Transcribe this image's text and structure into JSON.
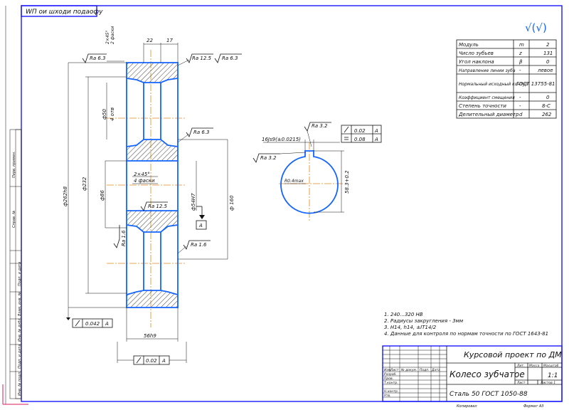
{
  "colors": {
    "frame": "#1a1aff",
    "part_outline": "#1565ff",
    "axis": "#e08a1e",
    "ink": "#111111",
    "checkmark": "#1565ff"
  },
  "header": {
    "rotated_label": "WП ои шходи подаофу"
  },
  "roughness_mark": "√(√)",
  "spec_table": {
    "rows": [
      {
        "name": "Модуль",
        "symbol": "m",
        "value": "2"
      },
      {
        "name": "Число зубьев",
        "symbol": "z",
        "value": "131"
      },
      {
        "name": "Угол наклона",
        "symbol": "β",
        "value": "0"
      },
      {
        "name": "Направление линии зуба",
        "symbol": "-",
        "value": "левое"
      },
      {
        "name": "Нормальный исходный контур",
        "symbol": "",
        "value": "ГОСТ 13755-81"
      },
      {
        "name": "Коэффициент смещения",
        "symbol": "-",
        "value": "0"
      },
      {
        "name": "Степень точности",
        "symbol": "-",
        "value": "8-С"
      },
      {
        "name": "Делительный диаметр",
        "symbol": "d",
        "value": "262"
      }
    ]
  },
  "dims": {
    "w22": "22",
    "w17": "17",
    "chamfer_top": "2×45°",
    "chamfer_top2": "2 фаски",
    "ra63_a": "Ra 6.3",
    "ra125_a": "Ra 12.5",
    "ra63_b": "Ra 6.3",
    "ra63_c": "Ra 6.3",
    "d50": "ф50",
    "d50b": "4 отв",
    "d232": "ф232",
    "d86": "ф86",
    "d262": "ф262h8",
    "d160": "ф 160",
    "d54": "ф54H7",
    "chamfer_mid": "2×45°",
    "chamfer_mid2": "4 фаски",
    "ra125_b": "Ra 12.5",
    "datum": "А",
    "ra16_a": "Ra 1.6",
    "ra16_b": "Ra 1.6",
    "tol_042": "0.042",
    "tol_datum": "А",
    "w56": "56h9",
    "tol_002": "0.02",
    "tol_002_datum": "А",
    "key_ra32": "Ra 3.2",
    "key_width": "16Js9(±0.0215)",
    "key_ra32b": "Ra 3.2",
    "key_tol1": "0.02",
    "key_tol1_datum": "А",
    "key_tol2": "0.08",
    "key_tol2_datum": "А",
    "key_r04": "R0.4max",
    "key_depth": "58.3+0.2"
  },
  "notes": [
    "1. 240...320 HB",
    "2. Радиусы закругления - 3мм",
    "3. H14, h14, ±IT14/2",
    "4. Данные для контроля по нормам точности по ГОСТ 1643-81"
  ],
  "title_block": {
    "project": "Курсовой проект по ДМ",
    "part_name": "Колесо зубчатое",
    "material": "Сталь 50 ГОСТ 1050-88",
    "sheet_col1": "Лит.",
    "sheet_col2": "Масса",
    "sheet_col3": "Масштаб",
    "scale": "1:1",
    "sheet": "Лист",
    "sheets": "Листов 1",
    "rows": [
      "Изм.",
      "Лист",
      "№ докум.",
      "Подп.",
      "Дата",
      "Разраб.",
      "Пров.",
      "Т.контр.",
      "Н.контр.",
      "Утв."
    ]
  },
  "footer": {
    "copy": "Копировал",
    "format": "Формат А3"
  },
  "side_block": [
    "Подп. и дата",
    "Инв. № дубл.",
    "Взам. инв. №",
    "Подп. и дата",
    "Инв. № подл.",
    "Справ. №",
    "Перв. примен."
  ]
}
